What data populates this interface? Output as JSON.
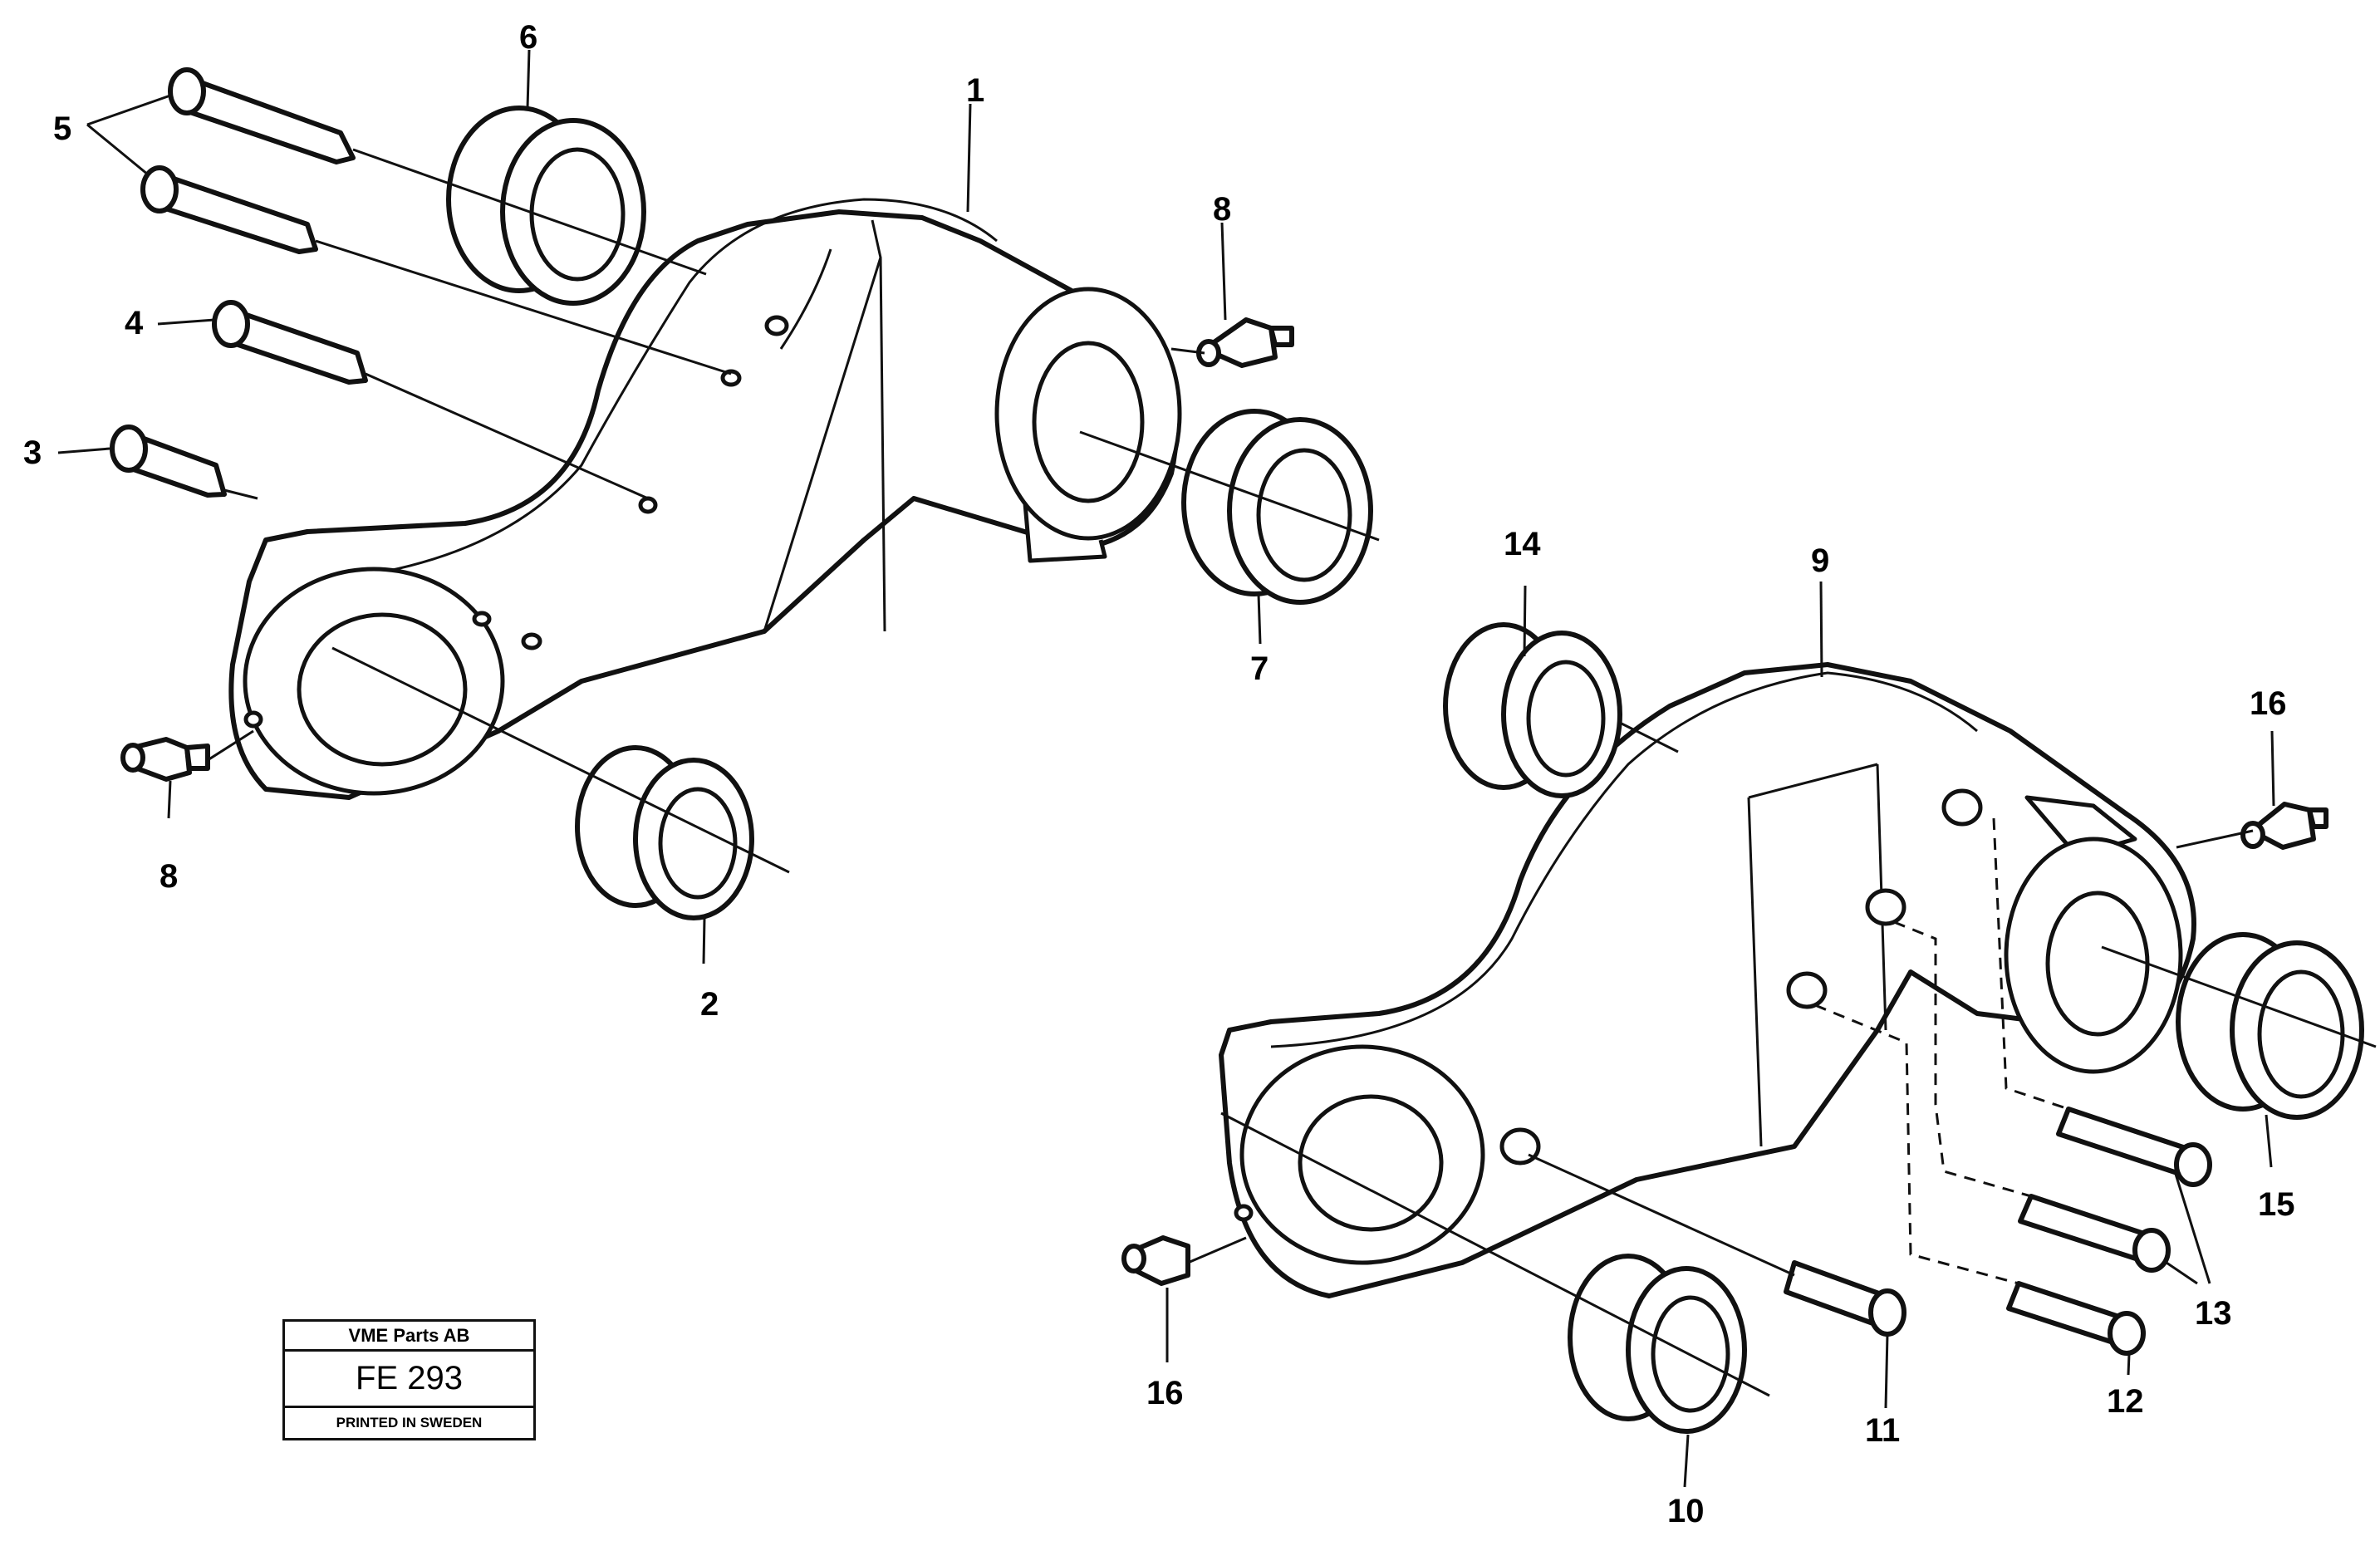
{
  "callouts": {
    "c1": "1",
    "c2": "2",
    "c3": "3",
    "c4": "4",
    "c5": "5",
    "c6": "6",
    "c7": "7",
    "c8a": "8",
    "c8b": "8",
    "c9": "9",
    "c10": "10",
    "c11": "11",
    "c12": "12",
    "c13": "13",
    "c14": "14",
    "c15": "15",
    "c16a": "16",
    "c16b": "16"
  },
  "stamp": {
    "company": "VME Parts AB",
    "code": "FE 293",
    "printed": "PRINTED IN SWEDEN"
  }
}
